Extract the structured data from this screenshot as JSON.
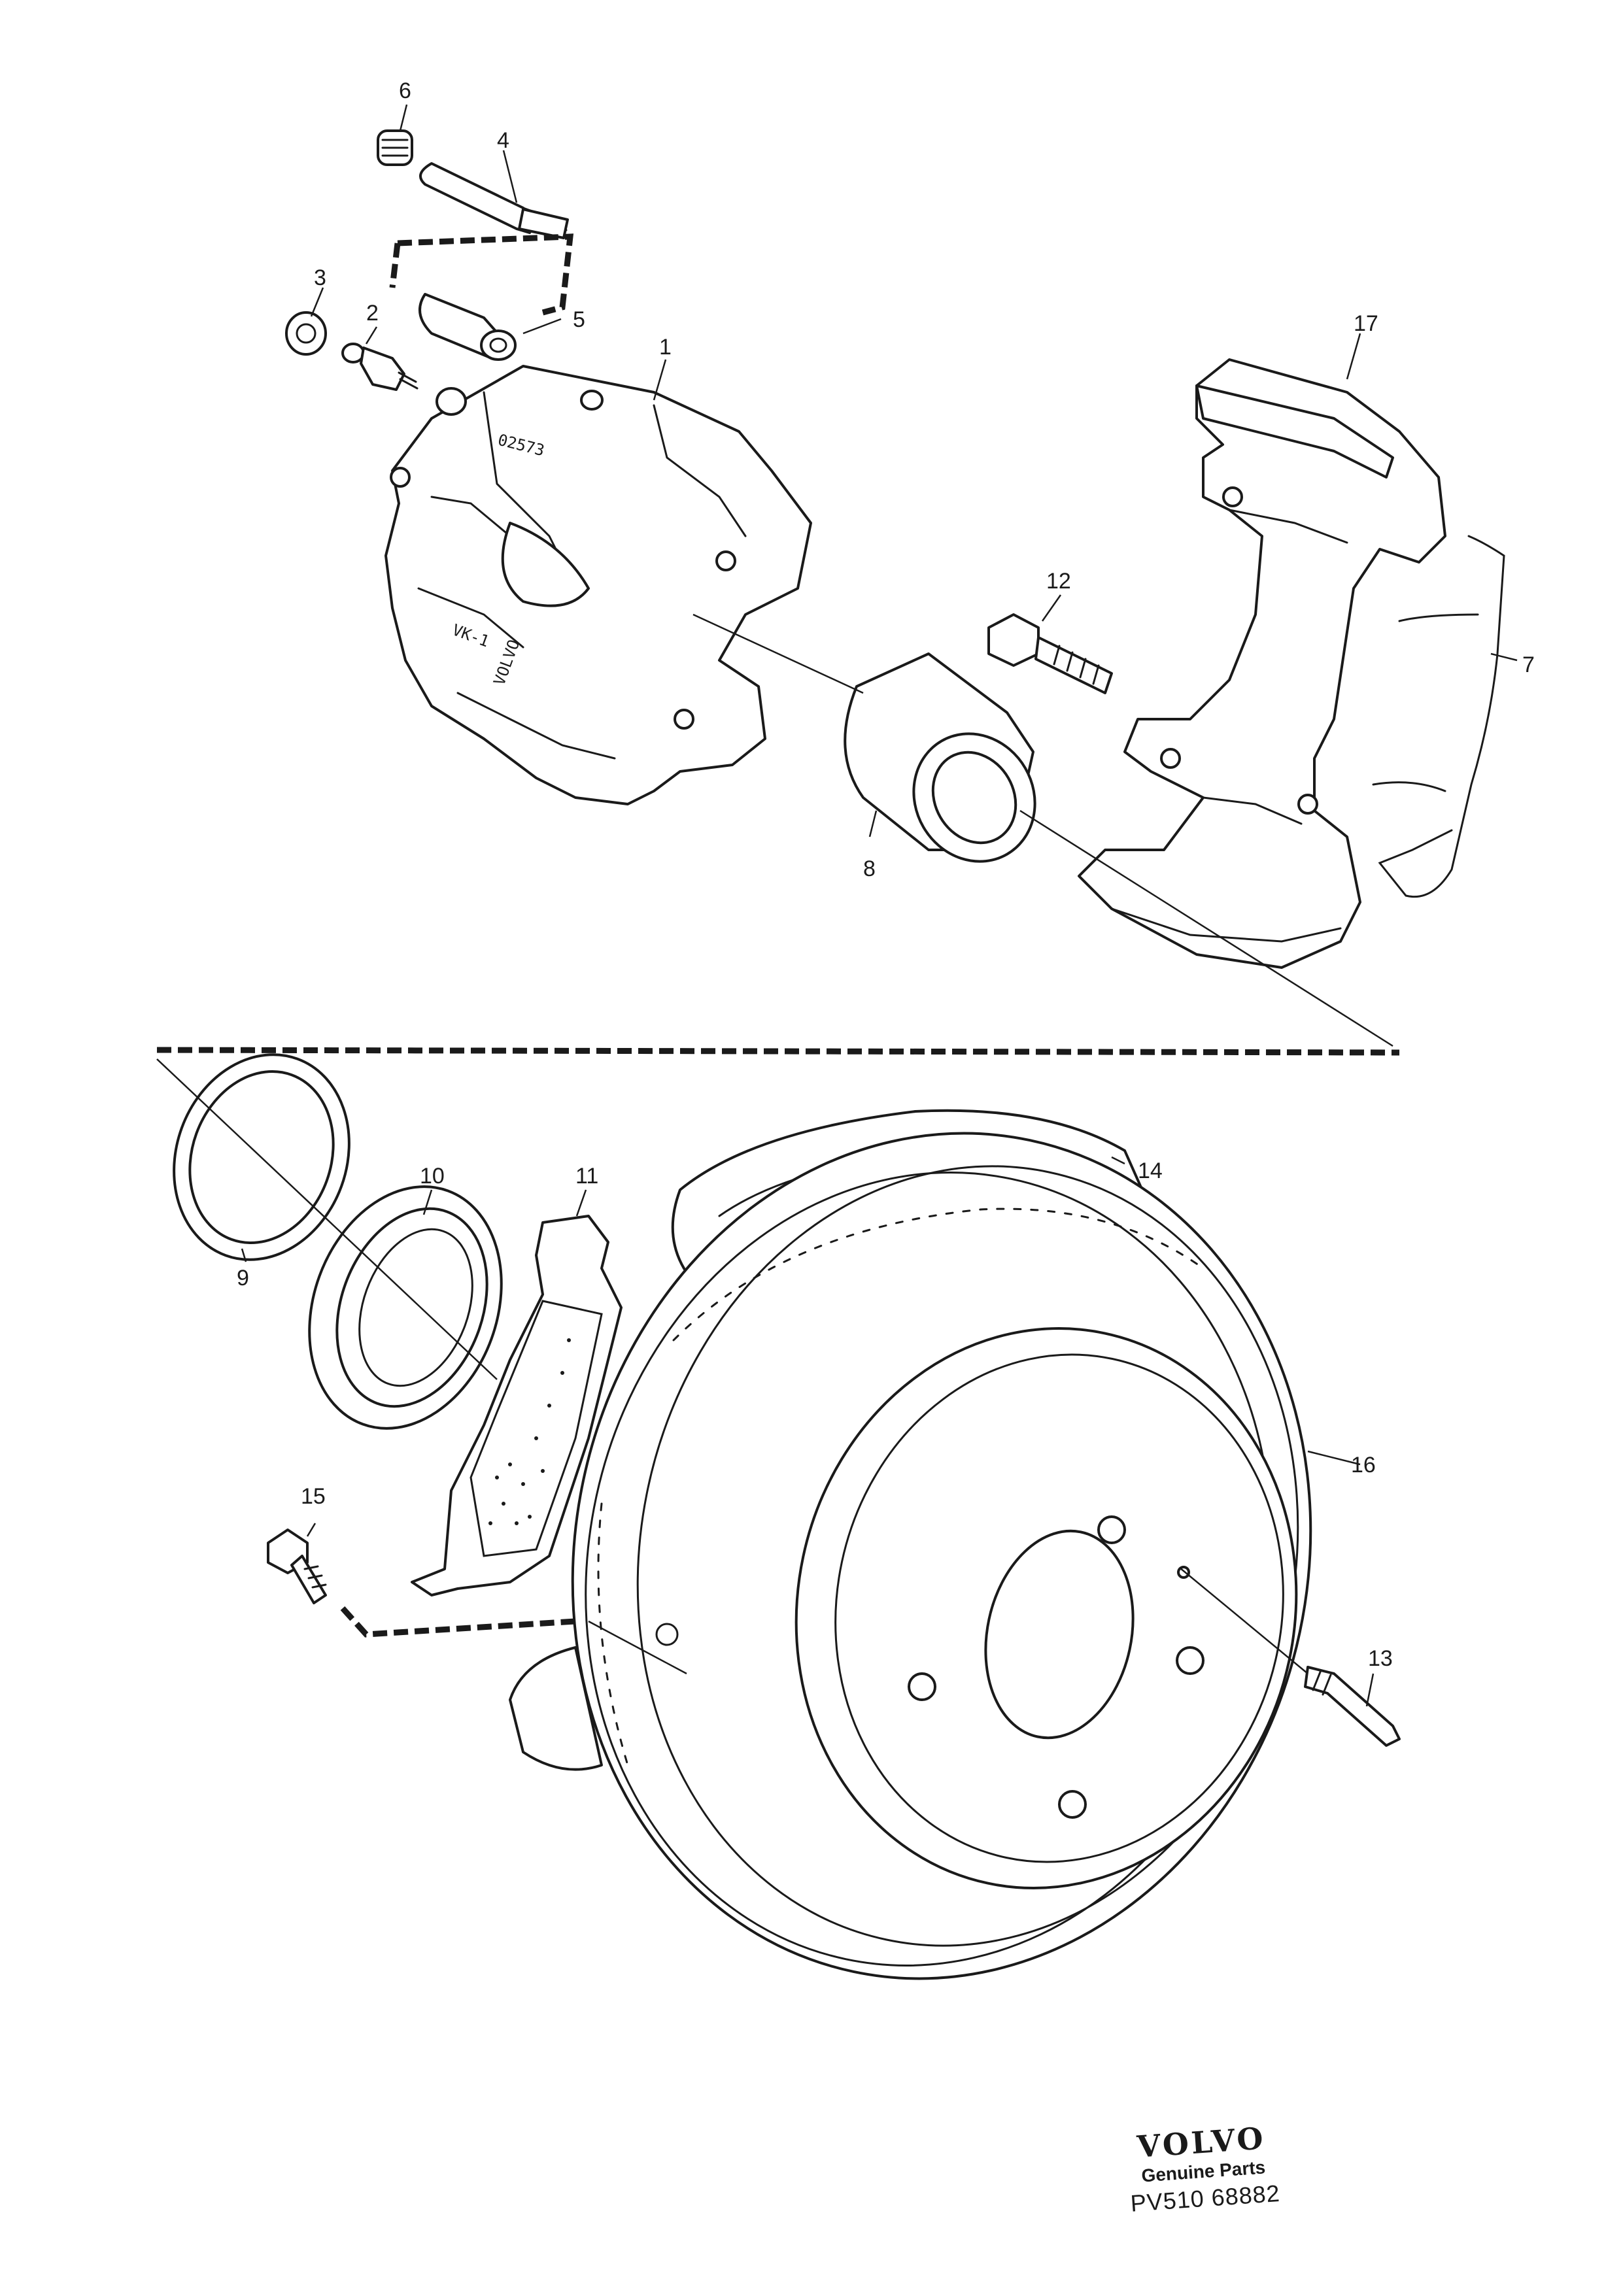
{
  "callouts": {
    "c1": "1",
    "c2": "2",
    "c3": "3",
    "c4": "4",
    "c5": "5",
    "c6": "6",
    "c7": "7",
    "c8": "8",
    "c9": "9",
    "c10": "10",
    "c11": "11",
    "c12": "12",
    "c13": "13",
    "c14": "14",
    "c15": "15",
    "c16": "16",
    "c17": "17"
  },
  "caliper": {
    "cast_number": "02573",
    "cast_text": "VOLVO",
    "cast_mark": "VK-1"
  },
  "branding": {
    "logo": "VOLVO",
    "tagline": "Genuine Parts",
    "reference": "PV510 68882"
  }
}
